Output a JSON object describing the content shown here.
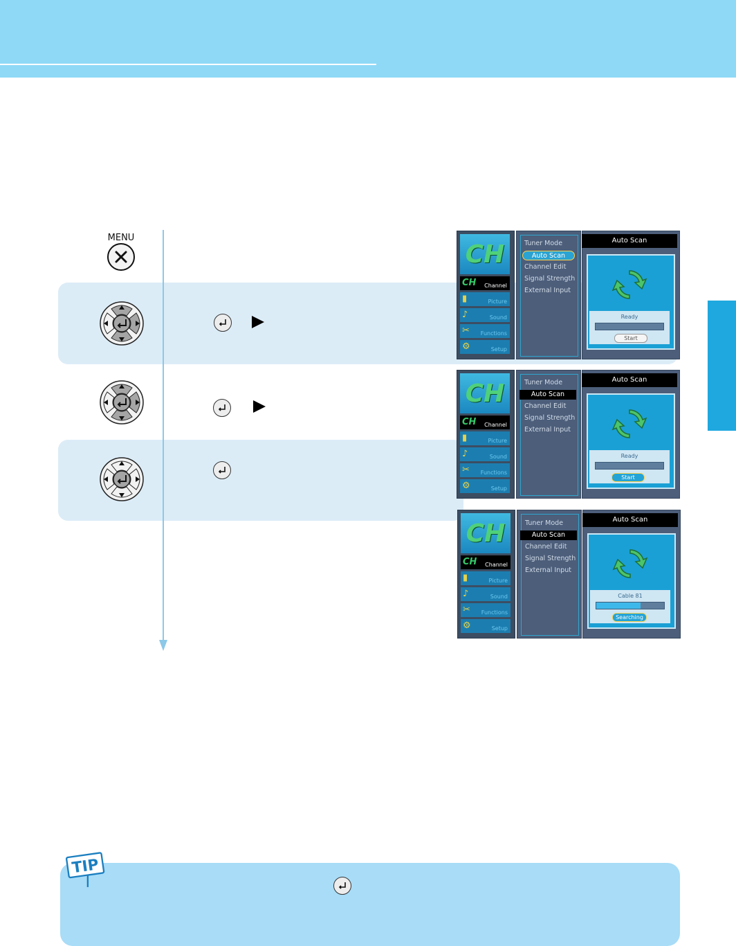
{
  "steps": {
    "menu_label": "MENU"
  },
  "osd_screens": [
    {
      "categories": [
        "Channel",
        "Picture",
        "Sound",
        "Functions",
        "Setup"
      ],
      "selected_category": "Channel",
      "menu_items": [
        "Tuner Mode",
        "Auto Scan",
        "Channel Edit",
        "Signal Strength",
        "External Input"
      ],
      "panel_title": "Auto Scan",
      "status_text": "Ready",
      "progress": 0,
      "button_label": "Start"
    },
    {
      "categories": [
        "Channel",
        "Picture",
        "Sound",
        "Functions",
        "Setup"
      ],
      "selected_category": "Channel",
      "menu_items": [
        "Tuner Mode",
        "Auto Scan",
        "Channel Edit",
        "Signal Strength",
        "External Input"
      ],
      "panel_title": "Auto Scan",
      "status_text": "Ready",
      "progress": 0,
      "button_label": "Start"
    },
    {
      "categories": [
        "Channel",
        "Picture",
        "Sound",
        "Functions",
        "Setup"
      ],
      "selected_category": "Channel",
      "menu_items": [
        "Tuner Mode",
        "Auto Scan",
        "Channel Edit",
        "Signal Strength",
        "External Input"
      ],
      "panel_title": "Auto Scan",
      "status_text": "Cable 81",
      "progress": 0.65,
      "button_label": "Searching"
    }
  ],
  "tip": {
    "label": "TIP"
  },
  "colors": {
    "header": "#8fd9f6",
    "accent_tab": "#1fa8df",
    "step_band": "#dcecf7",
    "tip_band": "#a8dcf7"
  }
}
